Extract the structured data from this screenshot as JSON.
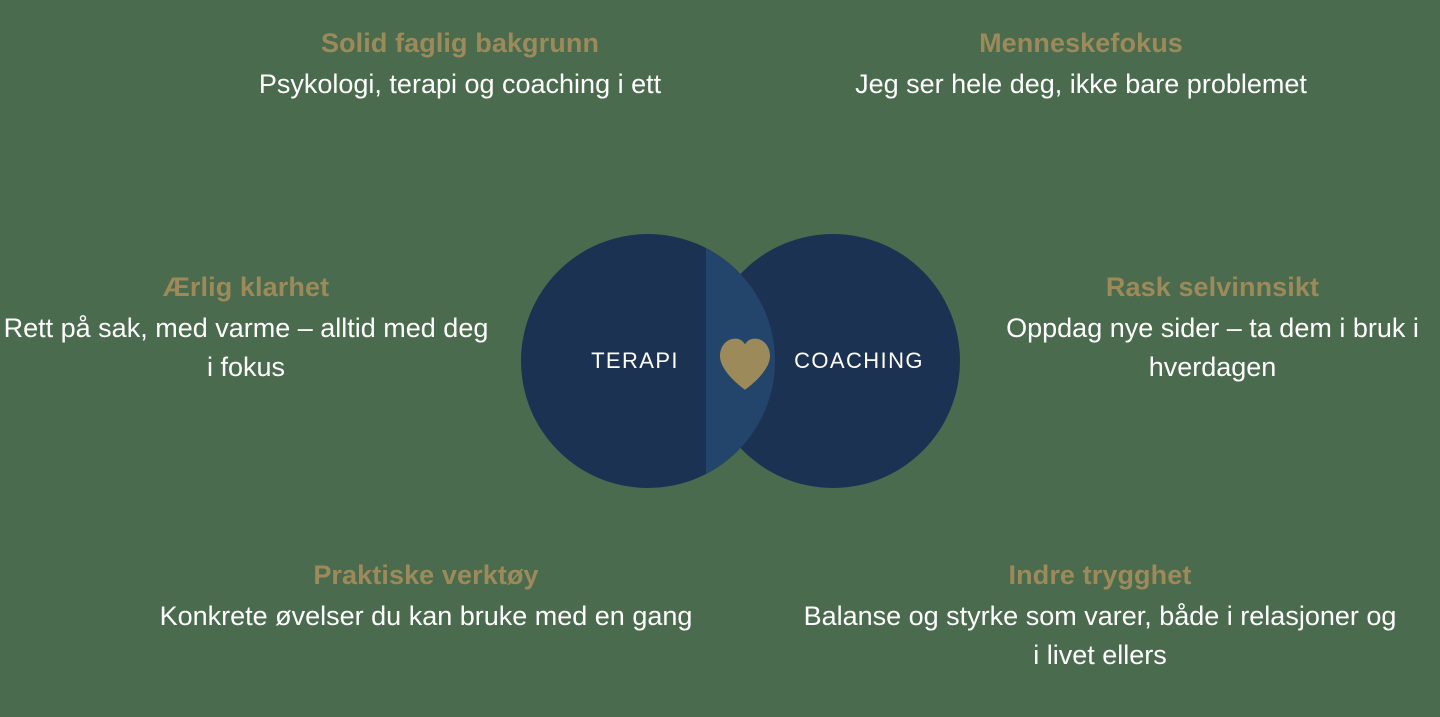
{
  "background_color": "#4a6b4d",
  "accent_gold": "#9d8a5a",
  "circle_navy": "#1c3252",
  "overlap_navy": "#24456b",
  "text_white": "#ffffff",
  "venn": {
    "left_label": "TERAPI",
    "right_label": "COACHING",
    "center_icon": "heart-icon",
    "heart_color": "#9d8a5a"
  },
  "features": [
    {
      "position": "top-left",
      "title": "Solid faglig bakgrunn",
      "description": "Psykologi, terapi og coaching i ett"
    },
    {
      "position": "top-right",
      "title": "Menneskefokus",
      "description": "Jeg ser hele deg, ikke bare problemet"
    },
    {
      "position": "middle-left",
      "title": "Ærlig klarhet",
      "description": "Rett på sak, med varme – alltid med deg i fokus"
    },
    {
      "position": "middle-right",
      "title": "Rask selvinnsikt",
      "description": "Oppdag nye sider – ta dem i bruk i hverdagen"
    },
    {
      "position": "bottom-left",
      "title": "Praktiske verktøy",
      "description": "Konkrete øvelser du kan bruke med en gang"
    },
    {
      "position": "bottom-right",
      "title": "Indre trygghet",
      "description": "Balanse og styrke som varer, både i relasjoner og i livet ellers"
    }
  ]
}
